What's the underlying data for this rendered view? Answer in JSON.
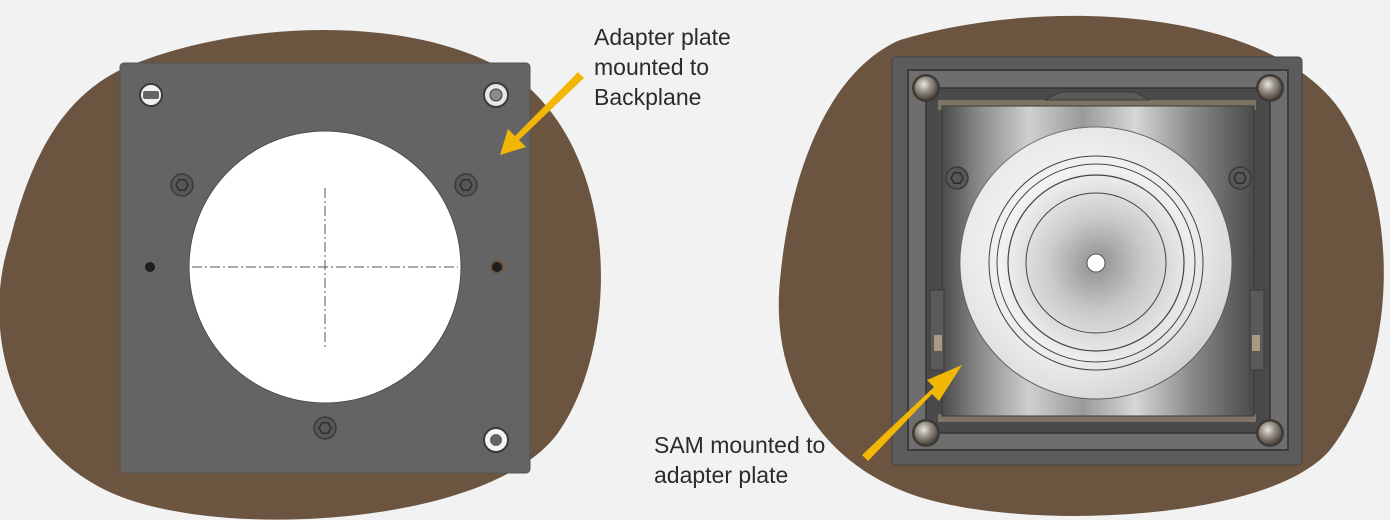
{
  "colors": {
    "background": "#f2f2f2",
    "blob": "#6b5540",
    "plate": "#646464",
    "plate_dark": "#4a4a4a",
    "arrow": "#f2b705",
    "opening": "#ffffff"
  },
  "callouts": {
    "adapter_plate": {
      "lines": [
        "Adapter plate",
        "mounted to",
        "Backplane"
      ]
    },
    "sam": {
      "lines": [
        "SAM mounted to",
        "adapter plate"
      ]
    }
  },
  "icons": {
    "arrow": "arrow-icon",
    "screw": "hex-screw-icon",
    "ball": "ball-fastener-icon"
  }
}
